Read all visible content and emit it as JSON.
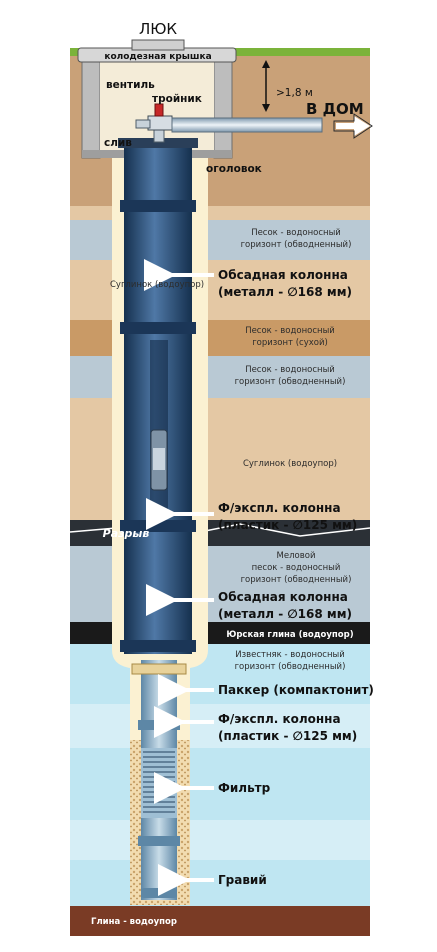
{
  "top": {
    "hatch_label": "ЛЮК",
    "well_cover_label": "колодезная крышка",
    "valve_label": "вентиль",
    "tee_label": "тройник",
    "drain_label": "слив",
    "wellhead_label": "оголовок",
    "depth_label": ">1,8 м",
    "to_house_label": "В ДОМ"
  },
  "strata": [
    {
      "name": "stratum-sand-watered-1",
      "line1": "Песок - водоносный",
      "line2": "горизонт (обводненный)",
      "color": "#b9c9d4"
    },
    {
      "name": "stratum-loam-aquitard-1",
      "line1": "Суглинок (водоупор)",
      "line2": "",
      "color": "#e4c8a4"
    },
    {
      "name": "stratum-sand-dry",
      "line1": "Песок - водоносный",
      "line2": "горизонт (сухой)",
      "color": "#c99a66"
    },
    {
      "name": "stratum-sand-watered-2",
      "line1": "Песок - водоносный",
      "line2": "горизонт (обводненный)",
      "color": "#b9c9d4"
    },
    {
      "name": "stratum-loam-aquitard-2",
      "line1": "Суглинок (водоупор)",
      "line2": "",
      "color": "#e4c8a4"
    },
    {
      "name": "stratum-rupture",
      "line1": "Разрыв",
      "line2": "",
      "color": "#2b3036"
    },
    {
      "name": "stratum-chalk-sand",
      "line1": "Меловой",
      "line2": "песок - водоносный",
      "line3": "горизонт (обводненный)",
      "color": "#b9c9d4"
    },
    {
      "name": "stratum-jurassic-clay",
      "line1": "Юрская глина (водоупор)",
      "line2": "",
      "color": "#1a1a1a"
    },
    {
      "name": "stratum-limestone",
      "line1": "Известняк - водоносный",
      "line2": "горизонт (обводненный)",
      "color": "#bfe6f2"
    },
    {
      "name": "stratum-clay-bottom",
      "line1": "Глина - водоупор",
      "line2": "",
      "color": "#7a3b25"
    }
  ],
  "callouts": {
    "casing_1": {
      "line1": "Обсадная колонна",
      "line2": "(металл - ∅168 мм)"
    },
    "production_1": {
      "line1": "Ф/экспл. колонна",
      "line2": "(пластик - ∅125 мм)"
    },
    "casing_2": {
      "line1": "Обсадная колонна",
      "line2": "(металл - ∅168 мм)"
    },
    "packer": {
      "line1": "Паккер (компактонит)"
    },
    "production_2": {
      "line1": "Ф/экспл. колонна",
      "line2": "(пластик - ∅125 мм)"
    },
    "filter": {
      "line1": "Фильтр"
    },
    "gravel": {
      "line1": "Гравий"
    }
  },
  "colors": {
    "casing": "#27476c",
    "casing_highlight": "#5f86b0",
    "plastic": "#7fa6c0",
    "grass": "#7bb33a",
    "topsoil": "#c9a178",
    "well_fill": "#fbf1d2",
    "arrow": "#ffffff"
  }
}
